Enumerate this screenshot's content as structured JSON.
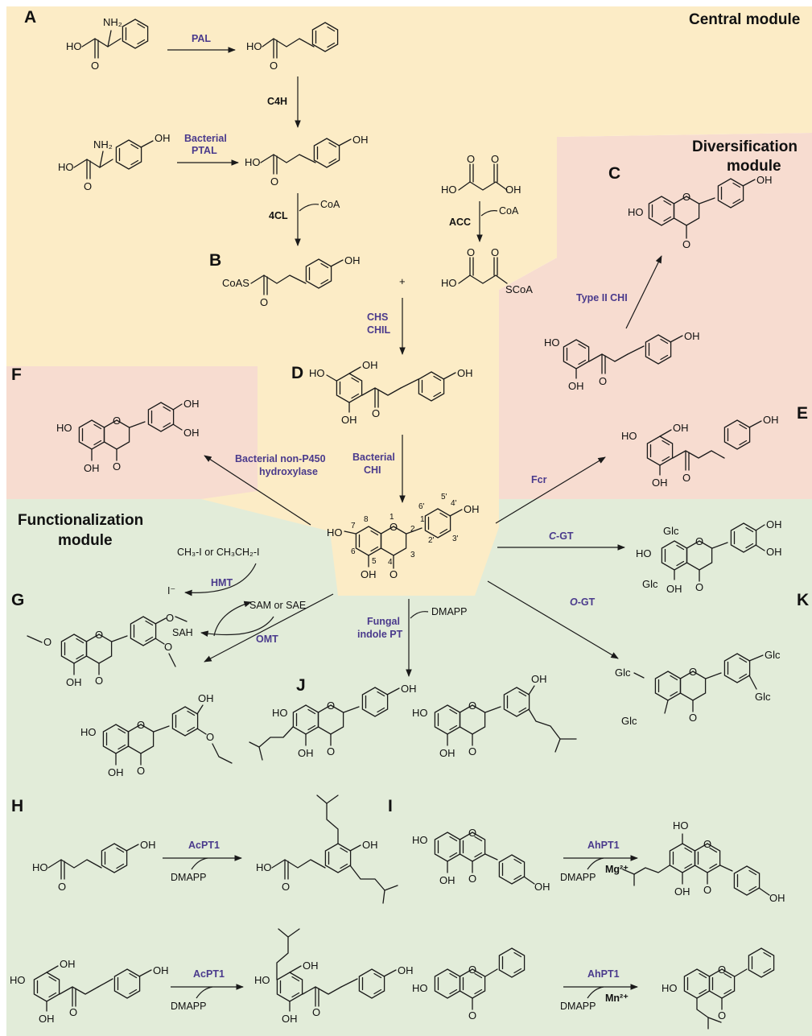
{
  "modules": {
    "central": "Central module",
    "diversification_line1": "Diversification",
    "diversification_line2": "module",
    "functionalization_line1": "Functionalization",
    "functionalization_line2": "module"
  },
  "panels": {
    "A": "A",
    "B": "B",
    "C": "C",
    "D": "D",
    "E": "E",
    "F": "F",
    "G": "G",
    "H": "H",
    "I": "I",
    "J": "J",
    "K": "K"
  },
  "enzymes": {
    "pal": "PAL",
    "c4h": "C4H",
    "ptal_line1": "Bacterial",
    "ptal_line2": "PTAL",
    "four_cl": "4CL",
    "acc": "ACC",
    "chs": "CHS",
    "chil": "CHIL",
    "type2_chi": "Type II CHI",
    "bact_chi_line1": "Bacterial",
    "bact_chi_line2": "CHI",
    "hydroxylase_line1": "Bacterial non-P450",
    "hydroxylase_line2": "hydroxylase",
    "fcr": "Fcr",
    "cgt_italic": "C",
    "cgt_rest": "-GT",
    "ogt_italic": "O",
    "ogt_rest": "-GT",
    "hmt": "HMT",
    "omt": "OMT",
    "fungal_line1": "Fungal",
    "fungal_line2": "indole PT",
    "acpt1_a": "AcPT1",
    "acpt1_b": "AcPT1",
    "ahpt1_a": "AhPT1",
    "ahpt1_b": "AhPT1"
  },
  "reagents": {
    "coa_1": "CoA",
    "coa_2": "CoA",
    "methyl_donors": "CH₃-I or CH₃CH₂-I",
    "iodide": "I⁻",
    "sam": "SAM or SAE",
    "sah": "SAH",
    "dmapp_j": "DMAPP",
    "dmapp_h1": "DMAPP",
    "dmapp_h2": "DMAPP",
    "dmapp_i1": "DMAPP",
    "dmapp_i2": "DMAPP",
    "mg": "Mg²⁺",
    "mn": "Mn²⁺",
    "plus": "+"
  },
  "atoms": {
    "ho": "HO",
    "oh": "OH",
    "o": "O",
    "nh2": "NH₂",
    "coas": "CoAS",
    "scoa": "SCoA",
    "glc": "Glc"
  },
  "numbering": {
    "n1": "1",
    "n2": "2",
    "n3": "3",
    "n4": "4",
    "n5": "5",
    "n6": "6",
    "n7": "7",
    "n8": "8",
    "n1p": "1'",
    "n2p": "2'",
    "n3p": "3'",
    "n4p": "4'",
    "n5p": "5'",
    "n6p": "6'"
  },
  "colors": {
    "central": "#fcecc6",
    "diversification": "#f7dcd0",
    "functionalization": "#e2ecd9",
    "enzyme_text": "#4a3a8c"
  }
}
